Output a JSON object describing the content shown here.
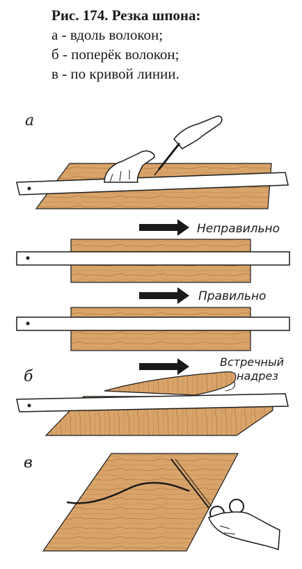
{
  "caption": {
    "title": "Рис. 174. Резка шпона:",
    "lines": [
      "а - вдоль волокон;",
      "б - поперёк волокон;",
      "в - по кривой линии."
    ]
  },
  "panels": {
    "a_label": "а",
    "b_label": "б",
    "v_label": "в"
  },
  "annotations": {
    "wrong": "Неправильно",
    "right": "Правильно",
    "counter_cut_line1": "Встречный",
    "counter_cut_line2": "надрез"
  },
  "colors": {
    "wood": "#d9a46a",
    "wood_dark": "#b9834a",
    "ink": "#1a1a1a"
  }
}
